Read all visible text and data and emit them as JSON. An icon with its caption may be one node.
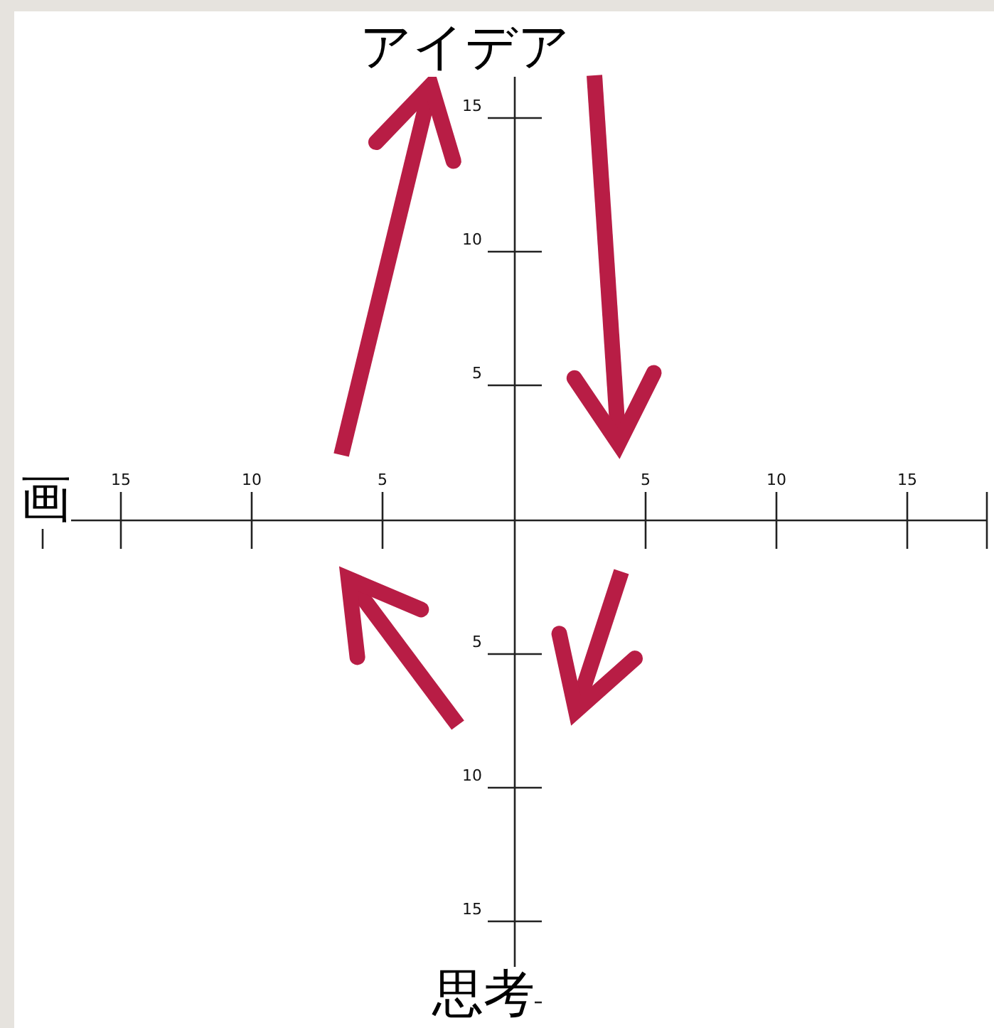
{
  "diagram": {
    "labels": [
      "アイデア",
      "15",
      "10",
      "5",
      "15",
      "10",
      "5",
      "5",
      "10",
      "15",
      "画",
      "5",
      "10",
      "15",
      "思考"
    ]
  }
}
